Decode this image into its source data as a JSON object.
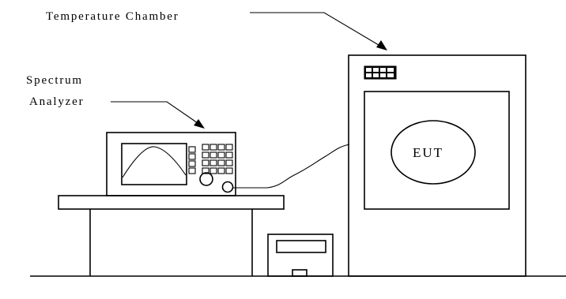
{
  "labels": {
    "temperature_chamber": "Temperature Chamber",
    "spectrum_analyzer_line1": "Spectrum",
    "spectrum_analyzer_line2": "Analyzer",
    "eut": "EUT"
  }
}
